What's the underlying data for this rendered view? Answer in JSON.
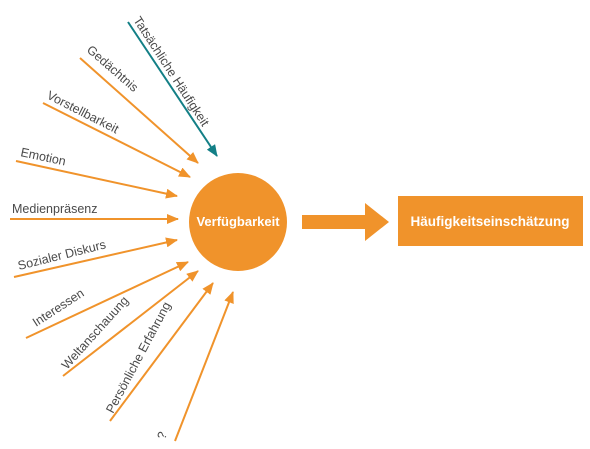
{
  "colors": {
    "accent": "#f0932b",
    "teal": "#137f86",
    "label_text": "#4a4a4a",
    "on_accent_text": "#ffffff"
  },
  "diagram": {
    "center": {
      "label": "Verfügbarkeit"
    },
    "result": {
      "label": "Häufigkeitseinschätzung"
    },
    "inputs": [
      {
        "label": "Tatsächliche Häufigkeit",
        "color": "teal"
      },
      {
        "label": "Gedächtnis",
        "color": "accent"
      },
      {
        "label": "Vorstellbarkeit",
        "color": "accent"
      },
      {
        "label": "Emotion",
        "color": "accent"
      },
      {
        "label": "Medienpräsenz",
        "color": "accent"
      },
      {
        "label": "Sozialer Diskurs",
        "color": "accent"
      },
      {
        "label": "Interessen",
        "color": "accent"
      },
      {
        "label": "Weltanschauung",
        "color": "accent"
      },
      {
        "label": "Persönliche Erfahrung",
        "color": "accent"
      },
      {
        "label": "?",
        "color": "accent"
      }
    ]
  }
}
